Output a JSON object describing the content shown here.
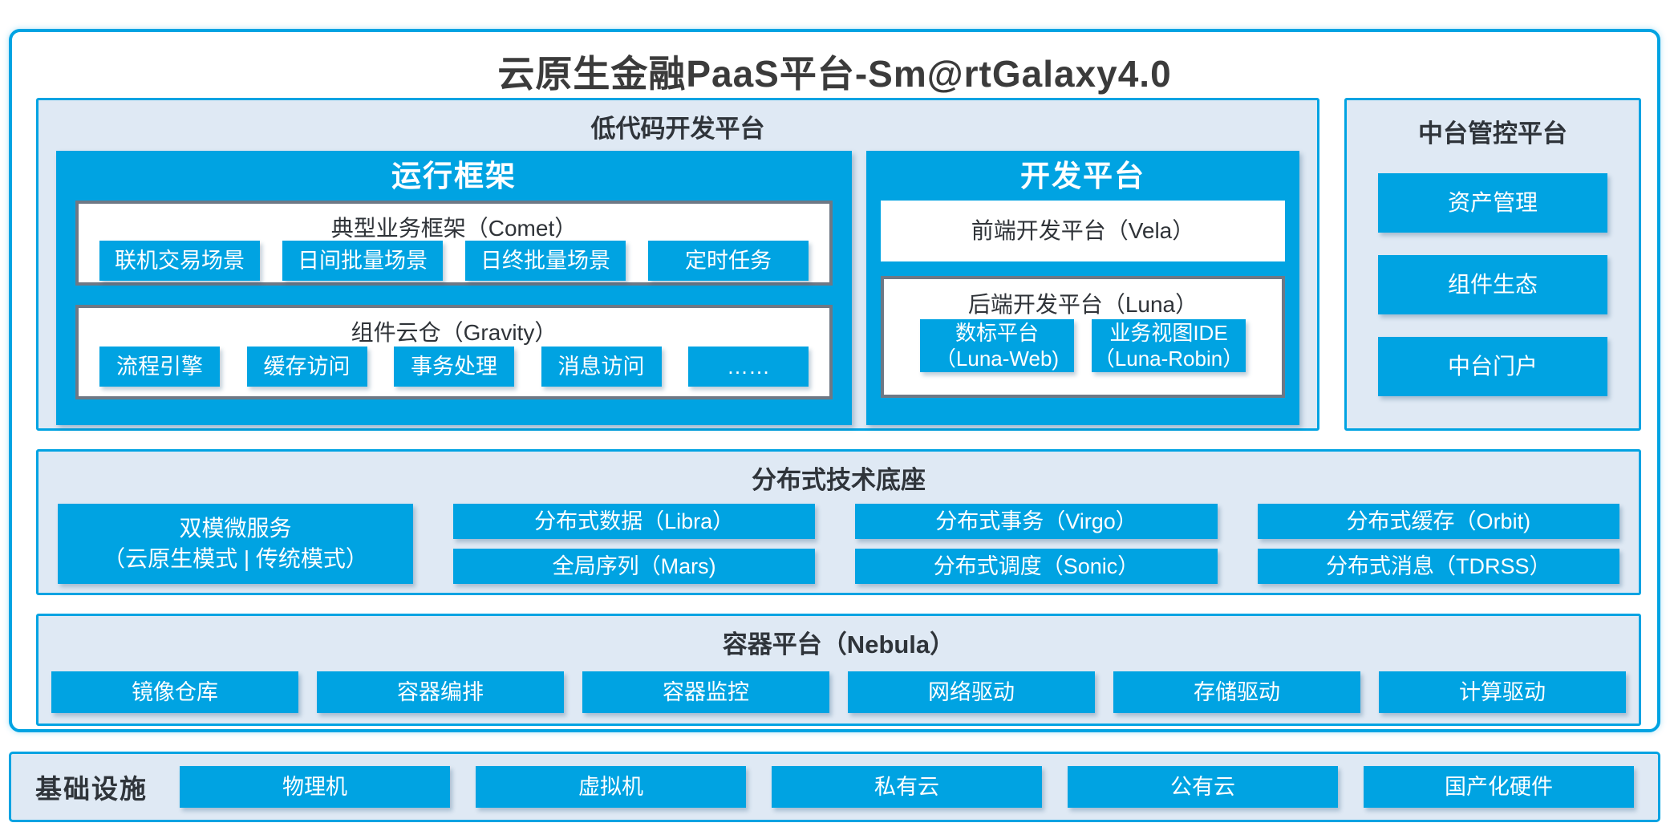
{
  "title": "云原生金融PaaS平台-Sm@rtGalaxy4.0",
  "colors": {
    "accent": "#00a3e2",
    "panel_bg": "#dfe9f4",
    "gray_border": "#6e7885",
    "text_dark": "#3a3f45"
  },
  "lowcode": {
    "header": "低代码开发平台",
    "runtime": {
      "title": "运行框架",
      "comet": {
        "title": "典型业务框架（Comet）",
        "items": [
          "联机交易场景",
          "日间批量场景",
          "日终批量场景",
          "定时任务"
        ]
      },
      "gravity": {
        "title": "组件云仓（Gravity）",
        "items": [
          "流程引擎",
          "缓存访问",
          "事务处理",
          "消息访问",
          "……"
        ]
      }
    },
    "dev": {
      "title": "开发平台",
      "vela": "前端开发平台（Vela）",
      "luna": {
        "title": "后端开发平台（Luna）",
        "items": [
          {
            "line1": "数标平台",
            "line2": "（Luna-Web)"
          },
          {
            "line1": "业务视图IDE",
            "line2": "（Luna-Robin）"
          }
        ]
      }
    }
  },
  "midplatform": {
    "header": "中台管控平台",
    "items": [
      "资产管理",
      "组件生态",
      "中台门户"
    ]
  },
  "distributed": {
    "header": "分布式技术底座",
    "dual_mode": {
      "line1": "双模微服务",
      "line2": "（云原生模式 | 传统模式）"
    },
    "columns": [
      [
        "分布式数据（Libra）",
        "全局序列（Mars)"
      ],
      [
        "分布式事务（Virgo）",
        "分布式调度（Sonic）"
      ],
      [
        "分布式缓存（Orbit)",
        "分布式消息（TDRSS）"
      ]
    ]
  },
  "container_platform": {
    "header": "容器平台（Nebula）",
    "items": [
      "镜像仓库",
      "容器编排",
      "容器监控",
      "网络驱动",
      "存储驱动",
      "计算驱动"
    ]
  },
  "infrastructure": {
    "label": "基础设施",
    "items": [
      "物理机",
      "虚拟机",
      "私有云",
      "公有云",
      "国产化硬件"
    ]
  }
}
